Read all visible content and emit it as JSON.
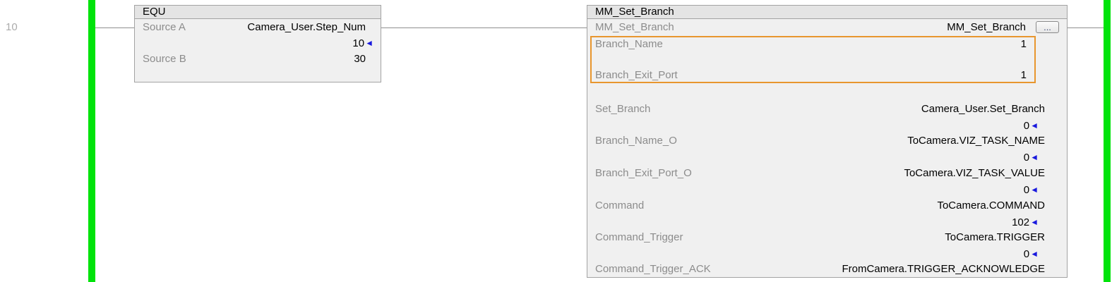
{
  "colors": {
    "power_rail_green": "#00E30B",
    "wire_gray": "#8F8F8F",
    "highlight_orange": "#E8962E",
    "value_arrow_blue": "#1818DD",
    "block_header_bg": "#E4E4E4",
    "block_body_bg": "#F0F0F0",
    "label_gray": "#8C8C8C"
  },
  "icons": {
    "value_arrow": "◄",
    "ellipsis": "..."
  },
  "rung": {
    "number": "10"
  },
  "equ": {
    "header": "EQU",
    "source_a_label": "Source A",
    "source_a_tag": "Camera_User.Step_Num",
    "source_a_value": "10",
    "source_b_label": "Source B",
    "source_b_value": "30"
  },
  "mm": {
    "header": "MM_Set_Branch",
    "instance_label": "MM_Set_Branch",
    "instance_value": "MM_Set_Branch",
    "highlighted": [
      {
        "label": "Branch_Name",
        "value": "1"
      },
      {
        "label": "Branch_Exit_Port",
        "value": "1"
      }
    ],
    "params": [
      {
        "label": "Set_Branch",
        "tag": "Camera_User.Set_Branch",
        "value": "0"
      },
      {
        "label": "Branch_Name_O",
        "tag": "ToCamera.VIZ_TASK_NAME",
        "value": "0"
      },
      {
        "label": "Branch_Exit_Port_O",
        "tag": "ToCamera.VIZ_TASK_VALUE",
        "value": "0"
      },
      {
        "label": "Command",
        "tag": "ToCamera.COMMAND",
        "value": "102"
      },
      {
        "label": "Command_Trigger",
        "tag": "ToCamera.TRIGGER",
        "value": "0"
      },
      {
        "label": "Command_Trigger_ACK",
        "tag": "FromCamera.TRIGGER_ACKNOWLEDGE",
        "value": ""
      }
    ]
  }
}
